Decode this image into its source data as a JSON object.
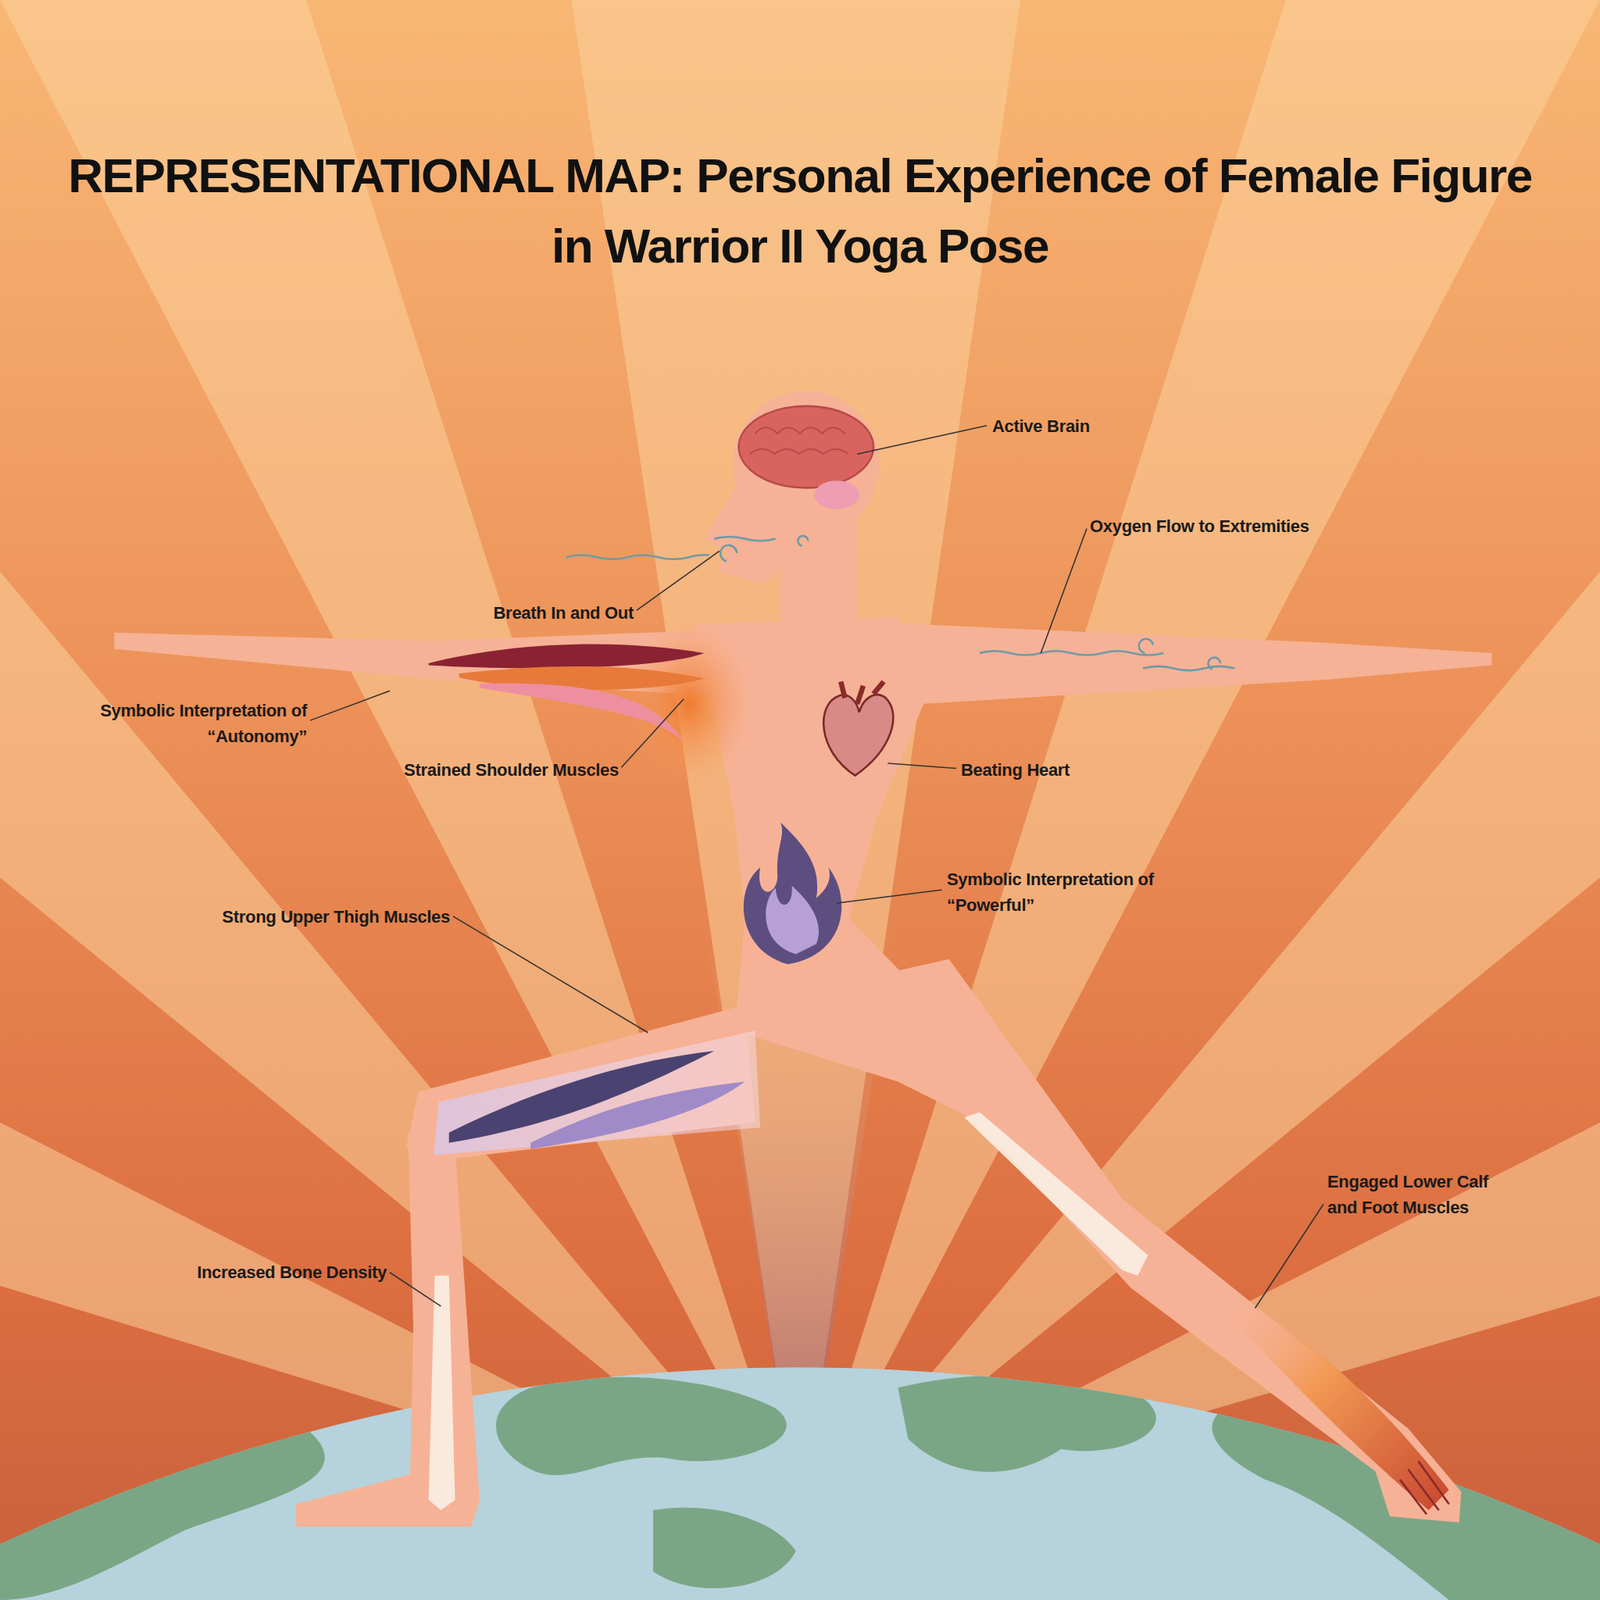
{
  "diagram": {
    "title": "REPRESENTATIONAL MAP: Personal Experience of Female Figure in Warrior II Yoga Pose",
    "labels": [
      "Active Brain",
      "Oxygen Flow to Extremities",
      "Breath In and Out",
      "Symbolic Interpretation of “Autonomy”",
      "Strained Shoulder Muscles",
      "Beating Heart",
      "Symbolic Interpretation of “Powerful”",
      "Strong Upper Thigh Muscles",
      "Increased Bone Density",
      "Engaged Lower Calf and Foot Muscles"
    ]
  }
}
